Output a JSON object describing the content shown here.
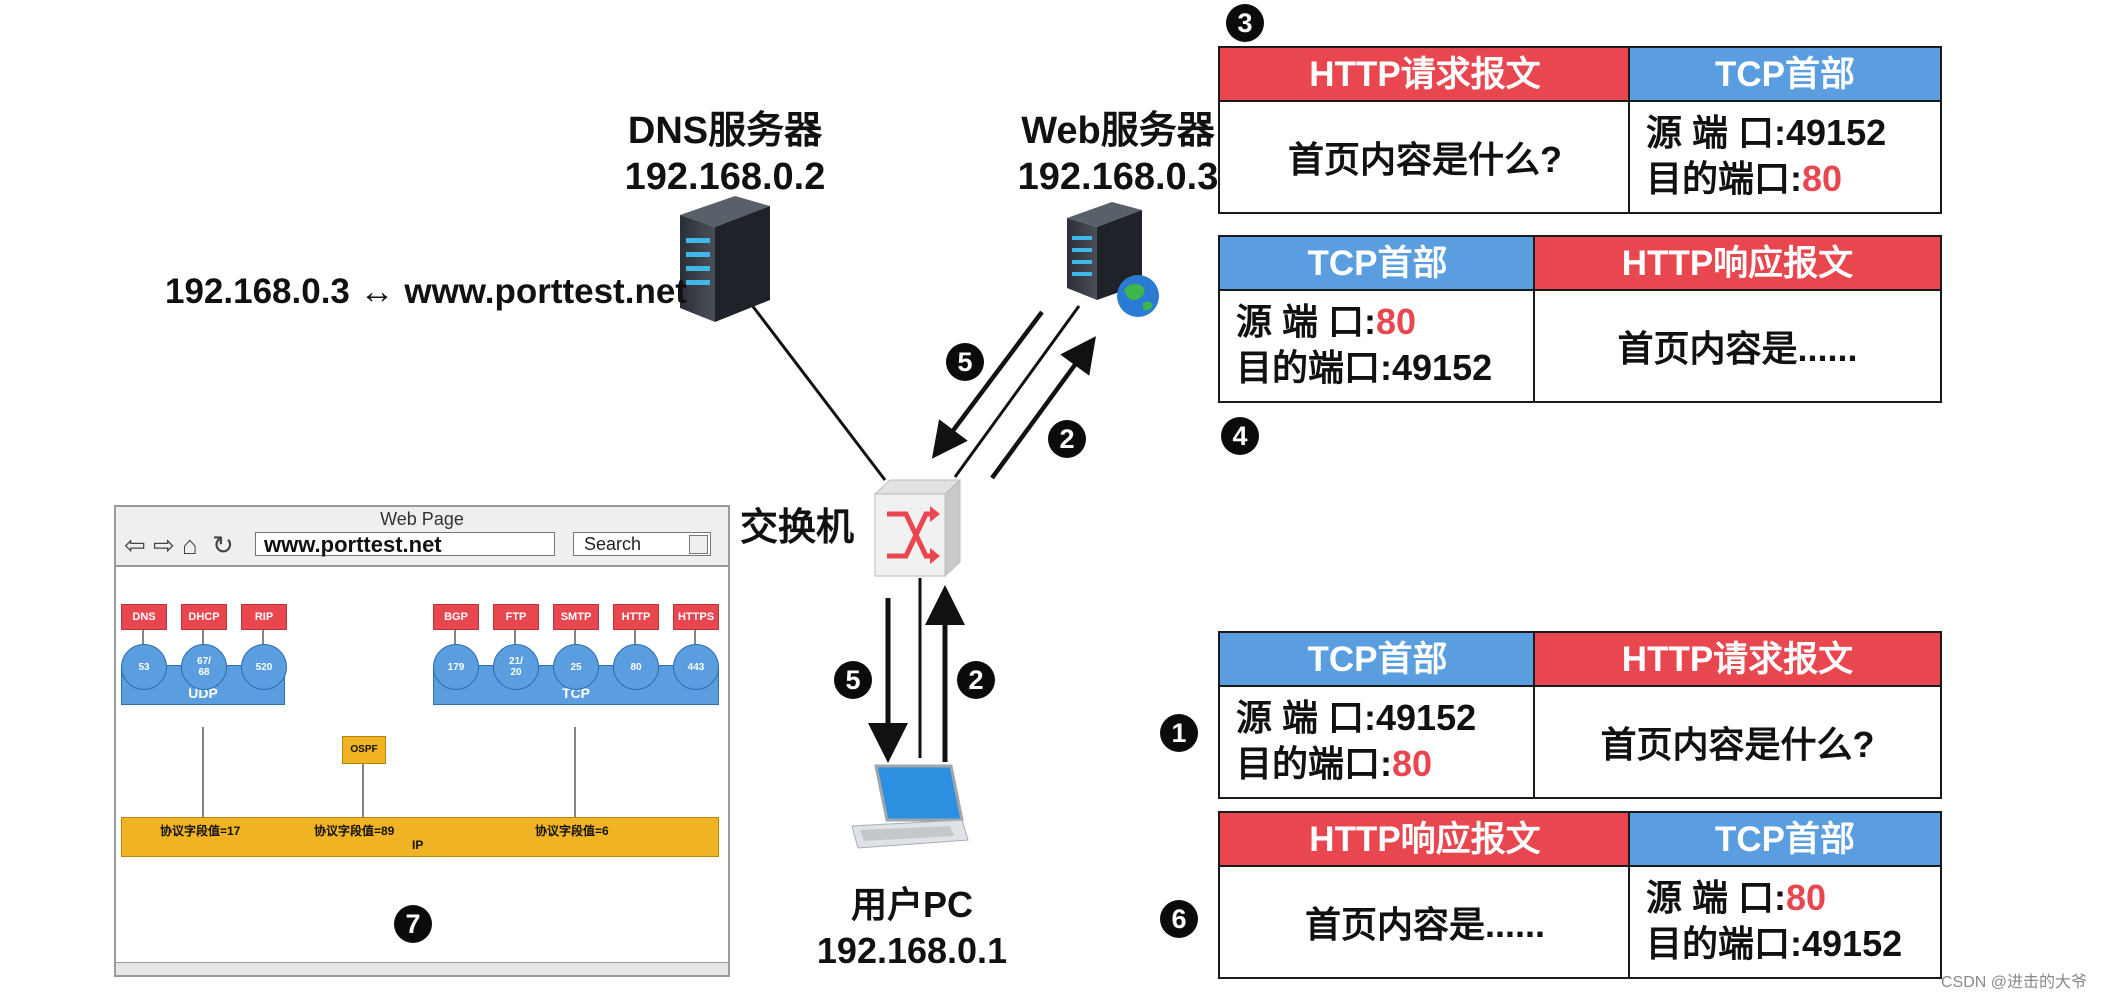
{
  "nodes": {
    "dns": {
      "name": "DNS服务器",
      "ip": "192.168.0.2"
    },
    "web": {
      "name": "Web服务器",
      "ip": "192.168.0.3"
    },
    "switch": {
      "name": "交换机"
    },
    "pc": {
      "name": "用户PC",
      "ip": "192.168.0.1"
    }
  },
  "dns_mapping": "192.168.0.3 ↔ www.porttest.net",
  "steps": {
    "s1": "1",
    "s2": "2",
    "s3": "3",
    "s4": "4",
    "s5": "5",
    "s6": "6",
    "s7": "7"
  },
  "labels": {
    "http_request": "HTTP请求报文",
    "http_response": "HTTP响应报文",
    "tcp_header": "TCP首部",
    "src_port": "源 端 口:",
    "dst_port": "目的端口:",
    "request_content": "首页内容是什么?",
    "response_content": "首页内容是......"
  },
  "ports": {
    "client": "49152",
    "server": "80"
  },
  "browser": {
    "window_title": "Web Page",
    "url": "www.porttest.net",
    "search_placeholder": "Search",
    "udp_label": "UDP",
    "tcp_label": "TCP",
    "ip_label": "IP",
    "ospf": "OSPF",
    "udp_protocols": [
      {
        "name": "DNS",
        "port": "53"
      },
      {
        "name": "DHCP",
        "port": "67/\n68"
      },
      {
        "name": "RIP",
        "port": "520"
      }
    ],
    "tcp_protocols": [
      {
        "name": "BGP",
        "port": "179"
      },
      {
        "name": "FTP",
        "port": "21/\n20"
      },
      {
        "name": "SMTP",
        "port": "25"
      },
      {
        "name": "HTTP",
        "port": "80"
      },
      {
        "name": "HTTPS",
        "port": "443"
      }
    ],
    "ip_fields": [
      "协议字段值=17",
      "协议字段值=89",
      "协议字段值=6"
    ]
  },
  "watermark": "CSDN @进击的大爷",
  "colors": {
    "red": "#e8474f",
    "blue": "#5b9ee0",
    "yellow": "#f0b323"
  }
}
